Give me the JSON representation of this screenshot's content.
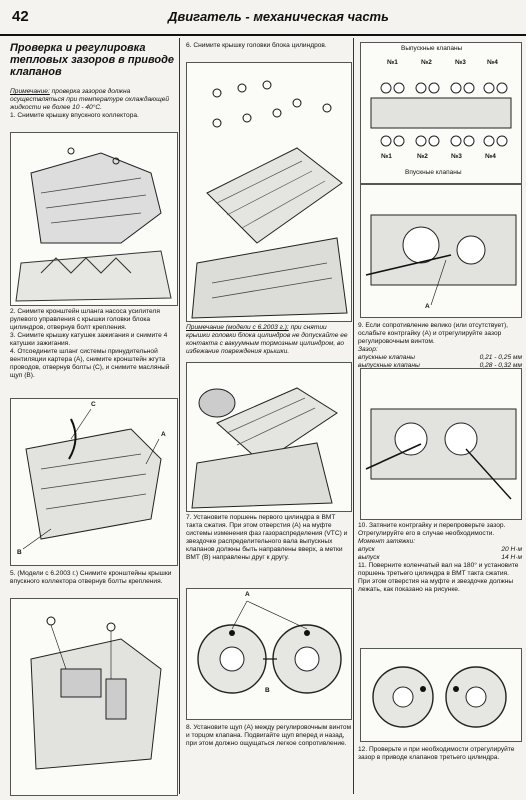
{
  "header": {
    "page_number": "42",
    "title": "Двигатель - механическая часть"
  },
  "col1": {
    "section_title": "Проверка и регулировка тепловых зазоров в приводе клапанов",
    "note_label": "Примечание:",
    "note_text": " проверка зазоров должна осуществляться при температуре охлаждающей жидкости не более 10 - 40°C.",
    "step1": "1. Снимите крышку впускного коллектора.",
    "step2": "2. Снимите кронштейн шланга насоса усилителя рулевого управления с крышки головки блока цилиндров, отвернув болт крепления.",
    "step3": "3. Снимите крышку катушек зажигания и снимите 4 катушки зажигания.",
    "step4": "4. Отсоедините шланг системы принудительной вентиляции картера (A), снимите кронштейн жгута проводов, отвернув болты (C), и снимите масляный щуп (B).",
    "step5": "5. (Модели с 6.2003 г.) Снимите кронштейны крышки впускного коллектора отвернув болты крепления.",
    "fig_labels": {
      "a": "A",
      "b": "B",
      "c": "C"
    }
  },
  "col2": {
    "step6": "6. Снимите крышку головки блока цилиндров.",
    "note_label": "Примечание (модели с 6.2003 г.):",
    "note_text": " при снятии крышки головки блока цилиндров не допускайте ее контакта с вакуумным тормозным цилиндром, во избежание повреждения крышки.",
    "step7": "7. Установите поршень первого цилиндра в ВМТ такта сжатия. При этом отверстия (A) на муфте системы изменения фаз газораспределения (VTC) и звездочке распределительного вала выпускных клапанов должны быть направлены вверх, а метки ВМТ (B) направлены друг к другу.",
    "step8": "8. Установите щуп (A) между регулировочным винтом и торцом клапана. Подвигайте щуп вперед и назад, при этом должно ощущаться легкое сопротивление.",
    "fig_labels": {
      "a": "A",
      "b": "B"
    }
  },
  "col3": {
    "fig_top_label": "Выпускные клапаны",
    "fig_bottom_label": "Впускные клапаны",
    "valve_numbers": [
      "№1",
      "№2",
      "№3",
      "№4"
    ],
    "step9": "9. Если сопротивление велико (или отсутствует), ослабьте контргайку (A) и отрегулируйте зазор регулировочным винтом.",
    "gap_title": "Зазор:",
    "gap_intake_label": "впускные клапаны",
    "gap_intake_value": "0,21 - 0,25 мм",
    "gap_exhaust_label": "выпускные клапаны",
    "gap_exhaust_value": "0,28 - 0,32 мм",
    "step10": "10. Затяните контргайку и перепроверьте зазор. Отрегулируйте его в случае необходимости.",
    "torque_title": "Момент затяжки:",
    "torque_intake_label": "впуск",
    "torque_intake_value": "20 Н·м",
    "torque_exhaust_label": "выпуск",
    "torque_exhaust_value": "14 Н·м",
    "step11": "11. Поверните коленчатый вал на 180° и установите поршень третьего цилиндра в ВМТ такта сжатия. При этом отверстия на муфте и звездочке должны лежать, как показано на рисунке.",
    "step12": "12. Проверьте и при необходимости отрегулируйте зазор в приводе клапанов третьего цилиндра.",
    "fig_labels": {
      "a": "A"
    }
  }
}
